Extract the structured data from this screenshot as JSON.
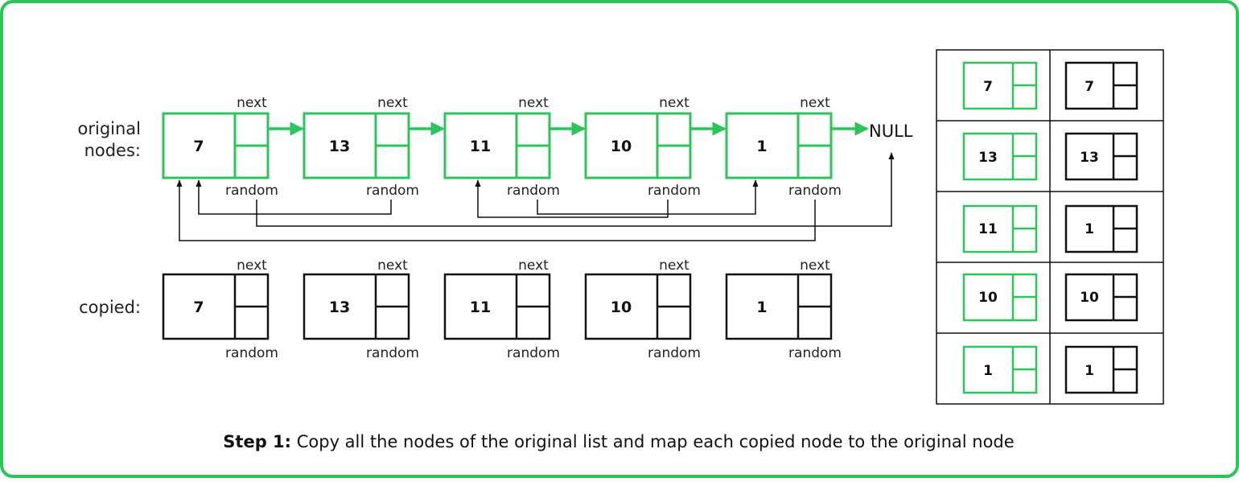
{
  "colors": {
    "green": "#2fc35b",
    "black": "#111111",
    "frame": "#2fc35b"
  },
  "labels": {
    "original": [
      "original",
      "nodes:"
    ],
    "copied": "copied:",
    "next": "next",
    "random": "random",
    "null": "NULL"
  },
  "original_values": [
    "7",
    "13",
    "11",
    "10",
    "1"
  ],
  "copied_values": [
    "7",
    "13",
    "11",
    "10",
    "1"
  ],
  "map_table": [
    {
      "original": "7",
      "copy": "7"
    },
    {
      "original": "13",
      "copy": "13"
    },
    {
      "original": "11",
      "copy": "1"
    },
    {
      "original": "10",
      "copy": "10"
    },
    {
      "original": "1",
      "copy": "1"
    }
  ],
  "caption": {
    "bold": "Step 1:",
    "text": " Copy all the nodes of the original list and map each copied node to the original node"
  }
}
